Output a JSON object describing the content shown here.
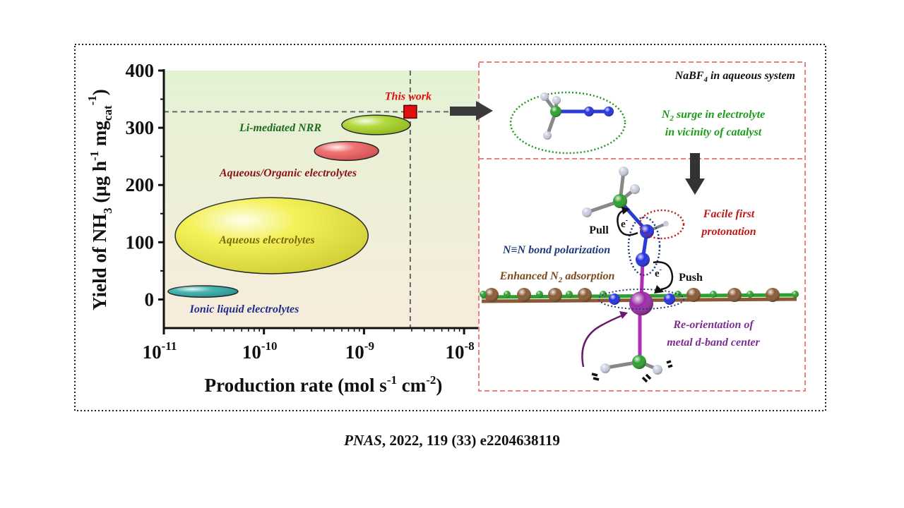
{
  "chart_data": {
    "type": "scatter",
    "x_scale": "log",
    "xlim": [
      1e-11,
      1.6e-08
    ],
    "ylim": [
      -50,
      400
    ],
    "x_ticks": [
      1e-11,
      1e-10,
      1e-09,
      1e-08
    ],
    "x_tick_labels": [
      [
        "10",
        "-11"
      ],
      [
        "10",
        "-10"
      ],
      [
        "10",
        "-9"
      ],
      [
        "10",
        "-8"
      ]
    ],
    "y_ticks": [
      0,
      100,
      200,
      300,
      400
    ],
    "y_tick_labels": [
      "0",
      "100",
      "200",
      "300",
      "400"
    ],
    "xlabel": {
      "main": "Production rate (mol s",
      "sup1": "-1",
      "mid": " cm",
      "sup2": "-2",
      "end": ")"
    },
    "ylabel": {
      "main": "Yield of NH",
      "sub1": "3",
      "mid": " (μg h",
      "sup1": "-1",
      "mid2": " mg",
      "sub2": "cat",
      "sup2": "-1",
      "end": ")"
    },
    "regions": [
      {
        "name": "Aqueous electrolytes",
        "x_range": [
          1.3e-11,
          1.1e-09
        ],
        "y_range": [
          45,
          178
        ],
        "color": "#f2ef3c",
        "label_color": "#7a6a10"
      },
      {
        "name": "Ionic liquid electrolytes",
        "x_range": [
          1.1e-11,
          5.5e-11
        ],
        "y_range": [
          4,
          24
        ],
        "color": "#2aa9a3",
        "label_color": "#1f2d8a"
      },
      {
        "name": "Aqueous/Organic electrolytes",
        "x_range": [
          3.2e-10,
          1.4e-09
        ],
        "y_range": [
          243,
          276
        ],
        "color": "#ee5a5a",
        "label_color": "#8a1515"
      },
      {
        "name": "Li-mediated NRR",
        "x_range": [
          6e-10,
          2.9e-09
        ],
        "y_range": [
          288,
          322
        ],
        "color": "#a6d51f",
        "label_color": "#1e6b1e"
      }
    ],
    "points": [
      {
        "name": "This work",
        "x": 2.9e-09,
        "y": 328,
        "color": "#e01010"
      }
    ],
    "reference_lines": {
      "x": 2.9e-09,
      "y": 328
    },
    "background_gradient": [
      "#e4f2d4",
      "#f7ecdc"
    ]
  },
  "mechanism": {
    "top_title": "NaBF",
    "top_title_sub": "4",
    "top_title_rest": " in aqueous system",
    "surge_line1": "N",
    "surge_line1_sub": "2",
    "surge_line1_rest": " surge in electrolyte",
    "surge_line2": "in vicinity of catalyst",
    "facile_line1": "Facile first",
    "facile_line2": "protonation",
    "pull": "Pull",
    "push": "Push",
    "electron": "e",
    "electron_sup": "-",
    "polarization": "N≡N bond polarization",
    "adsorption": "Enhanced N",
    "adsorption_sub": "2",
    "adsorption_rest": " adsorption",
    "reorient_line1": "Re-orientation of",
    "reorient_line2": "metal d-band center",
    "colors": {
      "green": "#1b8a1b",
      "red": "#c01818",
      "navy": "#1f3a7a",
      "brown": "#7a4a1a",
      "purple": "#7b2e8f"
    }
  },
  "citation": {
    "journal": "PNAS",
    "rest": ", 2022, 119 (33) e2204638119"
  }
}
